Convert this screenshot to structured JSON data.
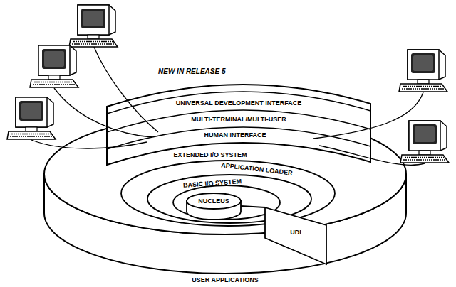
{
  "diagram": {
    "nodes": [
      {
        "text": [
          "UNIVERSAL DEVELOPMENT INTERFACE"
        ]
      },
      {
        "text": [
          "MULTI-TERMINAL/MULTI-USER"
        ]
      },
      {
        "text": [
          "HUMAN INTERFACE"
        ]
      },
      {
        "text": [
          "EXTENDED I/O SYSTEM"
        ]
      },
      {
        "text": [
          "APPLICATION LOADER"
        ]
      },
      {
        "text": [
          "BASIC I/O SYSTEM"
        ]
      },
      {
        "text": [
          "NUCLEUS"
        ]
      },
      {
        "text": [
          "UDI"
        ]
      },
      {
        "text": [
          "USER APPLICATIONS"
        ]
      }
    ],
    "labels": [
      "NEW IN RELEASE 5"
    ]
  }
}
